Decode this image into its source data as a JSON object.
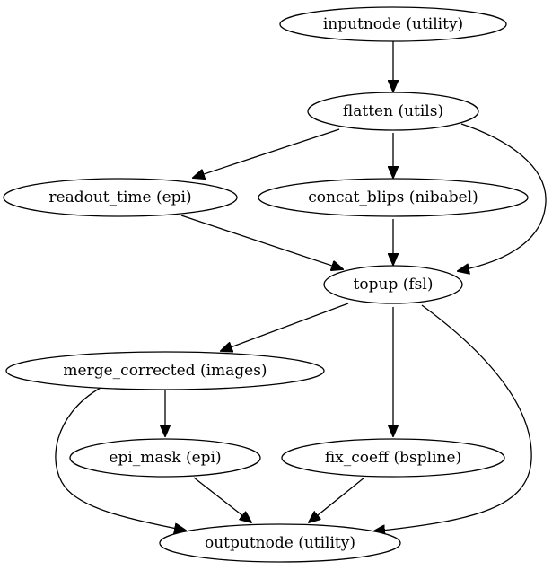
{
  "nodes": [
    {
      "id": "inputnode",
      "label": "inputnode (utility)"
    },
    {
      "id": "flatten",
      "label": "flatten (utils)"
    },
    {
      "id": "readout_time",
      "label": "readout_time (epi)"
    },
    {
      "id": "concat_blips",
      "label": "concat_blips (nibabel)"
    },
    {
      "id": "topup",
      "label": "topup (fsl)"
    },
    {
      "id": "merge_corrected",
      "label": "merge_corrected (images)"
    },
    {
      "id": "epi_mask",
      "label": "epi_mask (epi)"
    },
    {
      "id": "fix_coeff",
      "label": "fix_coeff (bspline)"
    },
    {
      "id": "outputnode",
      "label": "outputnode (utility)"
    }
  ],
  "edges": [
    {
      "from": "inputnode",
      "to": "flatten"
    },
    {
      "from": "flatten",
      "to": "readout_time"
    },
    {
      "from": "flatten",
      "to": "concat_blips"
    },
    {
      "from": "flatten",
      "to": "topup"
    },
    {
      "from": "readout_time",
      "to": "topup"
    },
    {
      "from": "concat_blips",
      "to": "topup"
    },
    {
      "from": "topup",
      "to": "merge_corrected"
    },
    {
      "from": "topup",
      "to": "fix_coeff"
    },
    {
      "from": "topup",
      "to": "outputnode"
    },
    {
      "from": "merge_corrected",
      "to": "epi_mask"
    },
    {
      "from": "merge_corrected",
      "to": "outputnode"
    },
    {
      "from": "epi_mask",
      "to": "outputnode"
    },
    {
      "from": "fix_coeff",
      "to": "outputnode"
    }
  ]
}
